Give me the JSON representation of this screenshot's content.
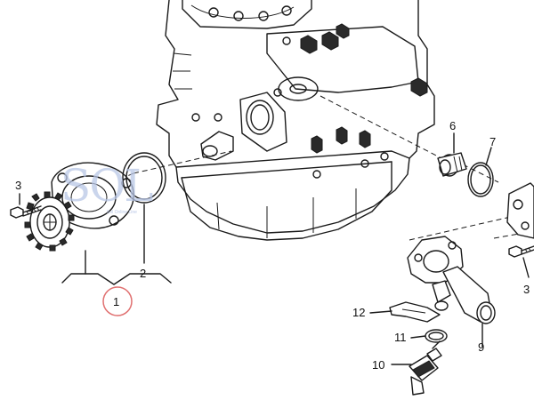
{
  "watermark": {
    "logo_text": "SOL",
    "tagline": "Sol Online Line"
  },
  "callouts": [
    {
      "id": "c1",
      "label": "1",
      "circled": true
    },
    {
      "id": "c2",
      "label": "2"
    },
    {
      "id": "c3a",
      "label": "3"
    },
    {
      "id": "c3b",
      "label": "3"
    },
    {
      "id": "c6",
      "label": "6"
    },
    {
      "id": "c7",
      "label": "7"
    },
    {
      "id": "c9",
      "label": "9"
    },
    {
      "id": "c10",
      "label": "10"
    },
    {
      "id": "c11",
      "label": "11"
    },
    {
      "id": "c12",
      "label": "12"
    }
  ],
  "colors": {
    "line": "#1a1a1a",
    "highlight_circle": "#e07070",
    "watermark": "#b9c7e6"
  }
}
